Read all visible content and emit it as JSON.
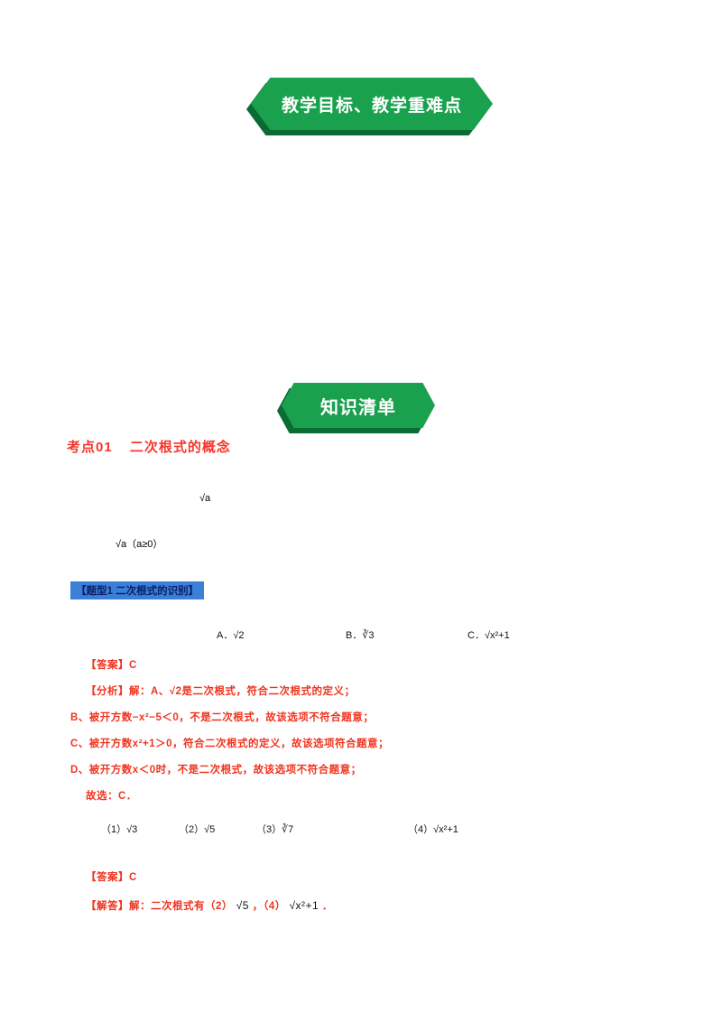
{
  "banners": {
    "goals": "教学目标、教学重难点",
    "knowledge": "知识清单"
  },
  "section": {
    "tag": "考点01",
    "title": "二次根式的概念"
  },
  "notes": {
    "math1": "√a",
    "math2": "√a（a≥0）"
  },
  "topic1": {
    "heading": "【题型1 二次根式的识别】",
    "options": [
      "A．√2",
      "B．∛3",
      "C．√x²+1"
    ],
    "answer": "【答案】C",
    "analysis": [
      "【分析】解：A、√2是二次根式，符合二次根式的定义；",
      "B、被开方数−x²−5＜0，不是二次根式，故该选项不符合题意；",
      "C、被开方数x²+1＞0，符合二次根式的定义，故该选项符合题意；",
      "D、被开方数x＜0时，不是二次根式，故该选项不符合题意；",
      "故选：C．"
    ]
  },
  "topic2": {
    "options": [
      "（1）√3",
      "（2）√5",
      "（3）∛7",
      "（4）√x²+1"
    ],
    "answer": "【答案】C",
    "solution_prefix": "【解答】解：二次根式有（2）",
    "math_a": "√5",
    "solution_mid": "，（4）",
    "math_b": "√x²+1",
    "solution_suffix": "．"
  }
}
